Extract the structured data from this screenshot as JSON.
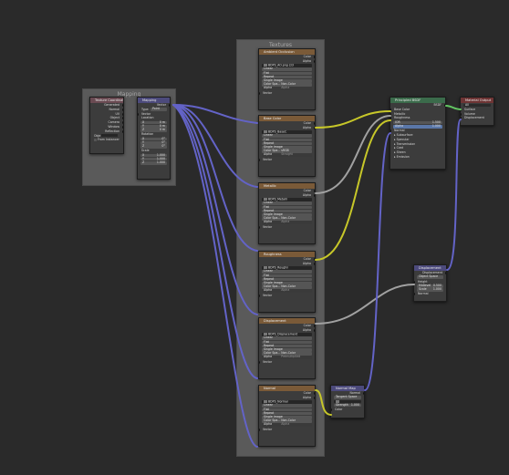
{
  "frames": {
    "mapping": {
      "label": "Mapping"
    },
    "textures": {
      "label": "Textures"
    }
  },
  "texcoord": {
    "title": "Texture Coordinate",
    "outputs": [
      "Generated",
      "Normal",
      "UV",
      "Object",
      "Camera",
      "Window",
      "Reflection"
    ],
    "object_label": "Obje",
    "from_instancer": "From Instancer"
  },
  "mapping": {
    "title": "Mapping",
    "output": "Vector",
    "type_label": "Type:",
    "type_value": "Point",
    "vector_label": "Vector",
    "location_label": "Location",
    "location": [
      {
        "axis": "X",
        "val": "0 m"
      },
      {
        "axis": "Y",
        "val": "0 m"
      },
      {
        "axis": "Z",
        "val": "0 m"
      }
    ],
    "rotation_label": "Rotation",
    "rotation": [
      {
        "axis": "X",
        "val": "0°"
      },
      {
        "axis": "Y",
        "val": "0°"
      },
      {
        "axis": "Z",
        "val": "0°"
      }
    ],
    "scale_label": "Scale",
    "scale": [
      {
        "axis": "X",
        "val": "1.000"
      },
      {
        "axis": "Y",
        "val": "1.000"
      },
      {
        "axis": "Z",
        "val": "1.000"
      }
    ]
  },
  "texture_nodes": [
    {
      "title": "Ambient Occlusion",
      "image": "BDPS_AO.png 2/3",
      "color_space": "Non-Color",
      "alpha": "Alpha"
    },
    {
      "title": "Base Color",
      "image": "BDPS_BaseC",
      "color_space": "sRGB",
      "alpha": "Straight"
    },
    {
      "title": "Metallic",
      "image": "BDPS_Metalli",
      "color_space": "Non-Color",
      "alpha": "Alpha"
    },
    {
      "title": "Roughness",
      "image": "BDPS_Roughn",
      "color_space": "Non-Color",
      "alpha": "Alpha"
    },
    {
      "title": "Displacement",
      "image": "BDPS_Displacement",
      "color_space": "Non-Color",
      "alpha": "Premultiplied"
    },
    {
      "title": "Normal",
      "image": "BDPS_Normal",
      "color_space": "Non-Color",
      "alpha": "Alpha"
    }
  ],
  "texture_common": {
    "out_color": "Color",
    "out_alpha": "Alpha",
    "interp": "Linear",
    "proj": "Flat",
    "ext": "Repeat",
    "source": "Single Image",
    "cs_label": "Color Spa...",
    "alpha_label": "Alpha",
    "vector": "Vector"
  },
  "bsdf": {
    "title": "Principled BSDF",
    "output": "BSDF",
    "inputs": [
      "Base Color",
      "Metallic",
      "Roughness"
    ],
    "ior_label": "IOR",
    "ior_value": "1.500",
    "alpha_label": "Alpha",
    "alpha_value": "1.000",
    "more": [
      "Normal",
      "Subsurface",
      "Specular",
      "Transmission",
      "Coat",
      "Sheen",
      "Emission"
    ]
  },
  "output_node": {
    "title": "Material Output",
    "target": "All",
    "inputs": [
      "Surface",
      "Volume",
      "Displacement"
    ]
  },
  "displacement": {
    "title": "Displacement",
    "output": "Displacement",
    "space": "Object Space",
    "height": "Height",
    "midlevel_label": "Midlevel",
    "midlevel": "0.500",
    "scale_label": "Scale",
    "scale": "1.000",
    "normal": "Normal"
  },
  "normal_map": {
    "title": "Normal Map",
    "output": "Normal",
    "space": "Tangent Space",
    "uv_field": "",
    "strength_label": "Strength",
    "strength": "1.000",
    "color": "Color"
  },
  "colors": {
    "frame": "#5a5a5a",
    "node_bg": "#3c3c3c",
    "link_vector": "#6363c7",
    "link_color": "#c7c729",
    "link_gray": "#a1a1a1"
  }
}
